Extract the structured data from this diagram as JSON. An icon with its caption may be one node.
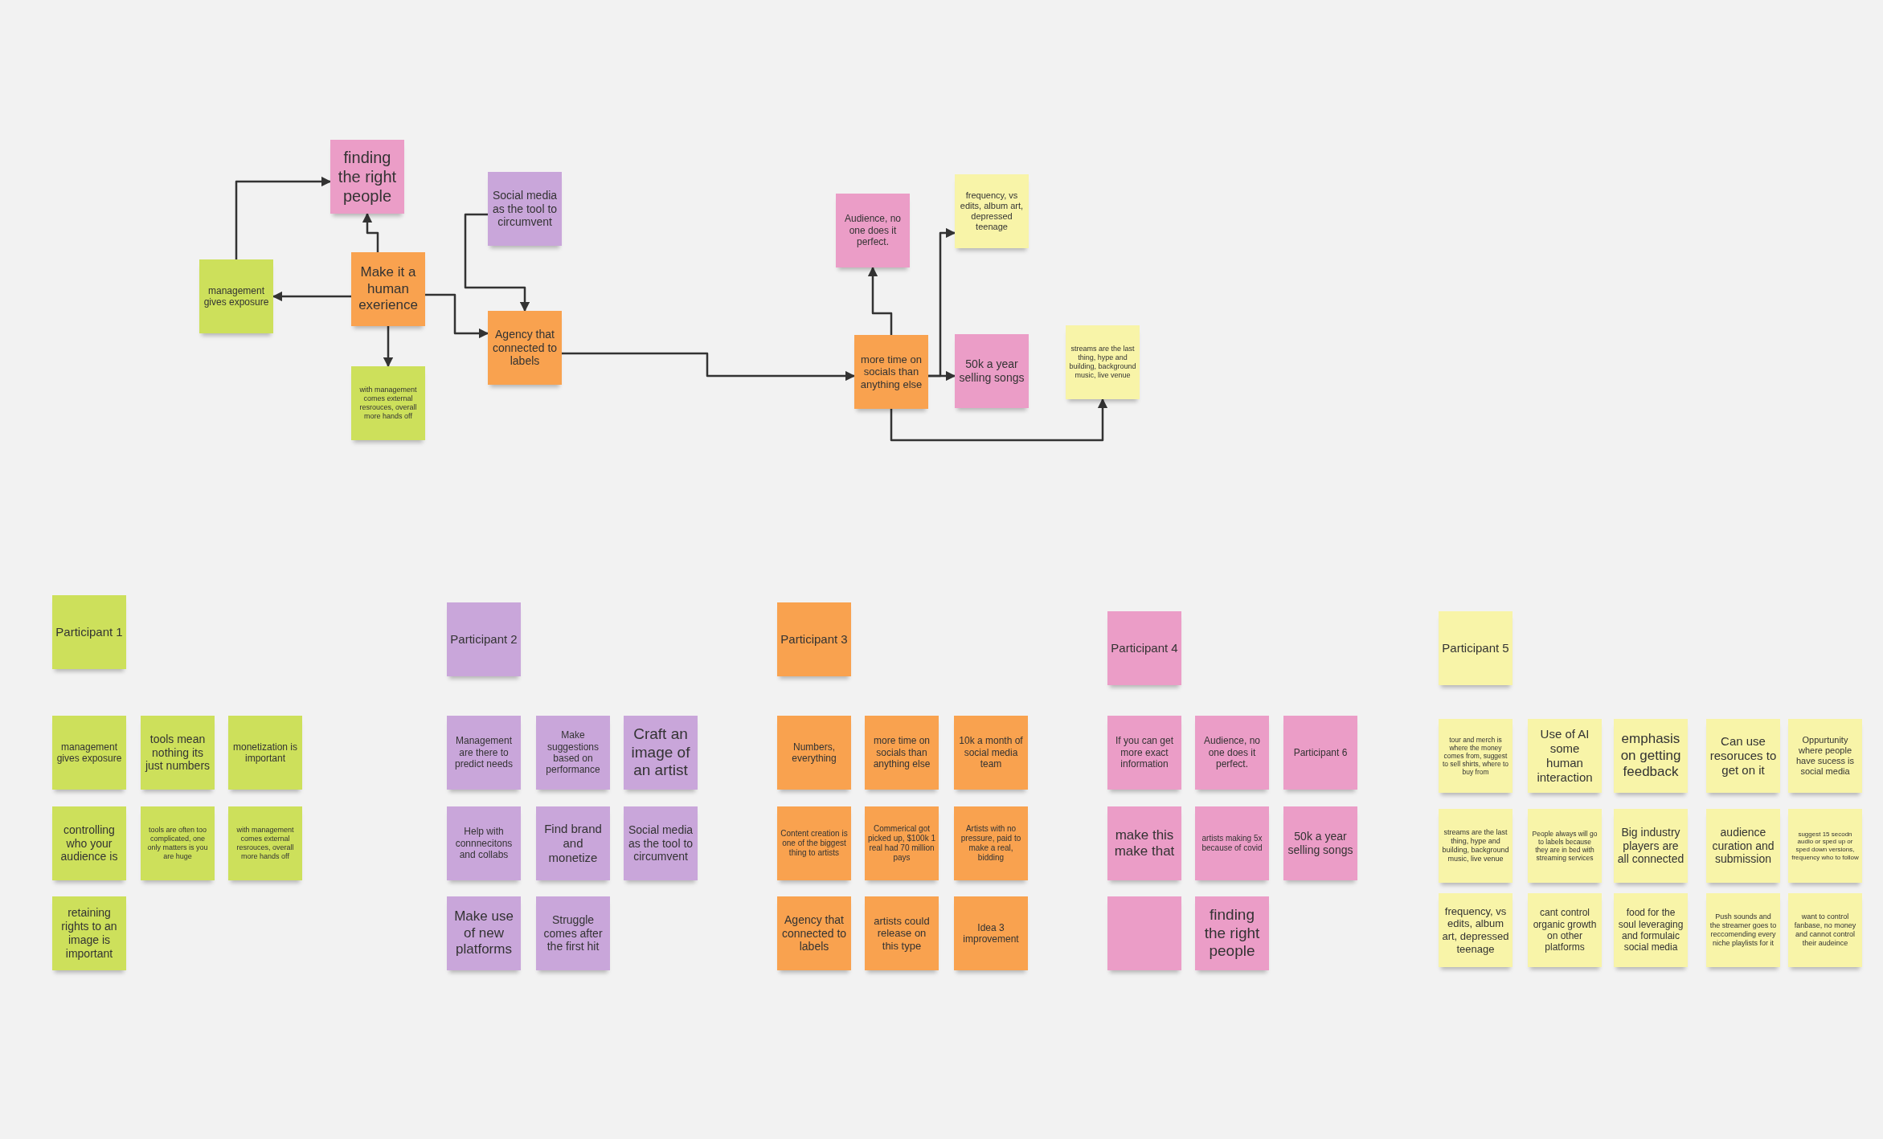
{
  "diagram": {
    "nodes": [
      {
        "text": [
          "finding the right people"
        ]
      },
      {
        "text": [
          "Social media as the tool to circumvent"
        ]
      },
      {
        "text": [
          "management gives exposure"
        ]
      },
      {
        "text": [
          "Make it a human exerience"
        ]
      },
      {
        "text": [
          "Agency that connected to labels"
        ]
      },
      {
        "text": [
          "with management comes external resrouces, overall more hands off"
        ]
      },
      {
        "text": [
          "frequency, vs edits, album art, depressed teenage"
        ]
      },
      {
        "text": [
          "Audience, no one does it perfect."
        ]
      },
      {
        "text": [
          "more time on socials than anything else"
        ]
      },
      {
        "text": [
          "50k a year selling songs"
        ]
      },
      {
        "text": [
          "streams are the last thing, hype and building, background music, live venue"
        ]
      },
      {
        "text": [
          "Participant 1"
        ]
      },
      {
        "text": [
          "management gives exposure"
        ]
      },
      {
        "text": [
          "tools mean nothing its just numbers"
        ]
      },
      {
        "text": [
          "monetization is important"
        ]
      },
      {
        "text": [
          "controlling who your audience is"
        ]
      },
      {
        "text": [
          "tools are often too complicated, one only matters is you are huge"
        ]
      },
      {
        "text": [
          "with management comes external resrouces, overall more hands off"
        ]
      },
      {
        "text": [
          "retaining rights to an image is important"
        ]
      },
      {
        "text": [
          "Participant 2"
        ]
      },
      {
        "text": [
          "Management are there to predict needs"
        ]
      },
      {
        "text": [
          "Make suggestions based on performance"
        ]
      },
      {
        "text": [
          "Craft an image of an artist"
        ]
      },
      {
        "text": [
          "Help with connnecitons and collabs"
        ]
      },
      {
        "text": [
          "Find brand and monetize"
        ]
      },
      {
        "text": [
          "Social media as the tool to circumvent"
        ]
      },
      {
        "text": [
          "Make use of new platforms"
        ]
      },
      {
        "text": [
          "Struggle comes after the first hit"
        ]
      },
      {
        "text": [
          "Participant 3"
        ]
      },
      {
        "text": [
          "Numbers, everything"
        ]
      },
      {
        "text": [
          "more time on socials than anything else"
        ]
      },
      {
        "text": [
          "10k a month of social media team"
        ]
      },
      {
        "text": [
          "Content creation is one of the biggest thing to artists"
        ]
      },
      {
        "text": [
          "Commerical got picked up, $100k 1 real had 70 million pays"
        ]
      },
      {
        "text": [
          "Artists with no pressure, paid to make a real, bidding"
        ]
      },
      {
        "text": [
          "Agency that connected to labels"
        ]
      },
      {
        "text": [
          "artists could release on this type"
        ]
      },
      {
        "text": [
          "Idea 3 improvement"
        ]
      },
      {
        "text": [
          "Participant 4"
        ]
      },
      {
        "text": [
          "If you can get more exact information"
        ]
      },
      {
        "text": [
          "Audience, no one does it perfect."
        ]
      },
      {
        "text": [
          "Participant 6"
        ]
      },
      {
        "text": [
          "make this make that"
        ]
      },
      {
        "text": [
          "artists making 5x because of covid"
        ]
      },
      {
        "text": [
          "50k a year selling songs"
        ]
      },
      {
        "text": [],
        "shape": "box"
      },
      {
        "text": [
          "finding the right people"
        ]
      },
      {
        "text": [
          "Participant 5"
        ]
      },
      {
        "text": [
          "tour and merch is where the money comes from, suggest to sell shirts, where to buy from"
        ]
      },
      {
        "text": [
          "Use of AI some human interaction"
        ]
      },
      {
        "text": [
          "emphasis on getting feedback"
        ]
      },
      {
        "text": [
          "Can use resoruces to get on it"
        ]
      },
      {
        "text": [
          "Oppurtunity where people have sucess is social media"
        ]
      },
      {
        "text": [
          "streams are the last thing, hype and building, background music, live venue"
        ]
      },
      {
        "text": [
          "People always will go to labels because they are in bed with streaming services"
        ]
      },
      {
        "text": [
          "Big industry players are all connected"
        ]
      },
      {
        "text": [
          "audience curation and submission"
        ]
      },
      {
        "text": [
          "suggest 15 secodn audio or sped up or sped down versions, frequency who to follow"
        ]
      },
      {
        "text": [
          "frequency, vs edits, album art, depressed teenage"
        ]
      },
      {
        "text": [
          "cant control organic growth on other platforms"
        ]
      },
      {
        "text": [
          "food for the soul leveraging and formulaic social media"
        ]
      },
      {
        "text": [
          "Push sounds and the streamer goes to reccomending every niche playlists for it"
        ]
      },
      {
        "text": [
          "want to control fanbase, no money and cannot control their audeince"
        ]
      }
    ],
    "edges": [
      {
        "from": 2,
        "to": 0,
        "arrow": "to"
      },
      {
        "from": 3,
        "to": 0,
        "arrow": "to"
      },
      {
        "from": 3,
        "to": 2,
        "arrow": "to"
      },
      {
        "from": 3,
        "to": 5,
        "arrow": "to"
      },
      {
        "from": 3,
        "to": 4,
        "arrow": "to"
      },
      {
        "from": 1,
        "to": 4,
        "arrow": "to"
      },
      {
        "from": 4,
        "to": 8,
        "arrow": "to"
      },
      {
        "from": 8,
        "to": 7,
        "arrow": "to"
      },
      {
        "from": 8,
        "to": 9,
        "arrow": "to"
      },
      {
        "from": 8,
        "to": 6,
        "arrow": "to"
      },
      {
        "from": 8,
        "to": 10,
        "arrow": "to"
      }
    ]
  }
}
